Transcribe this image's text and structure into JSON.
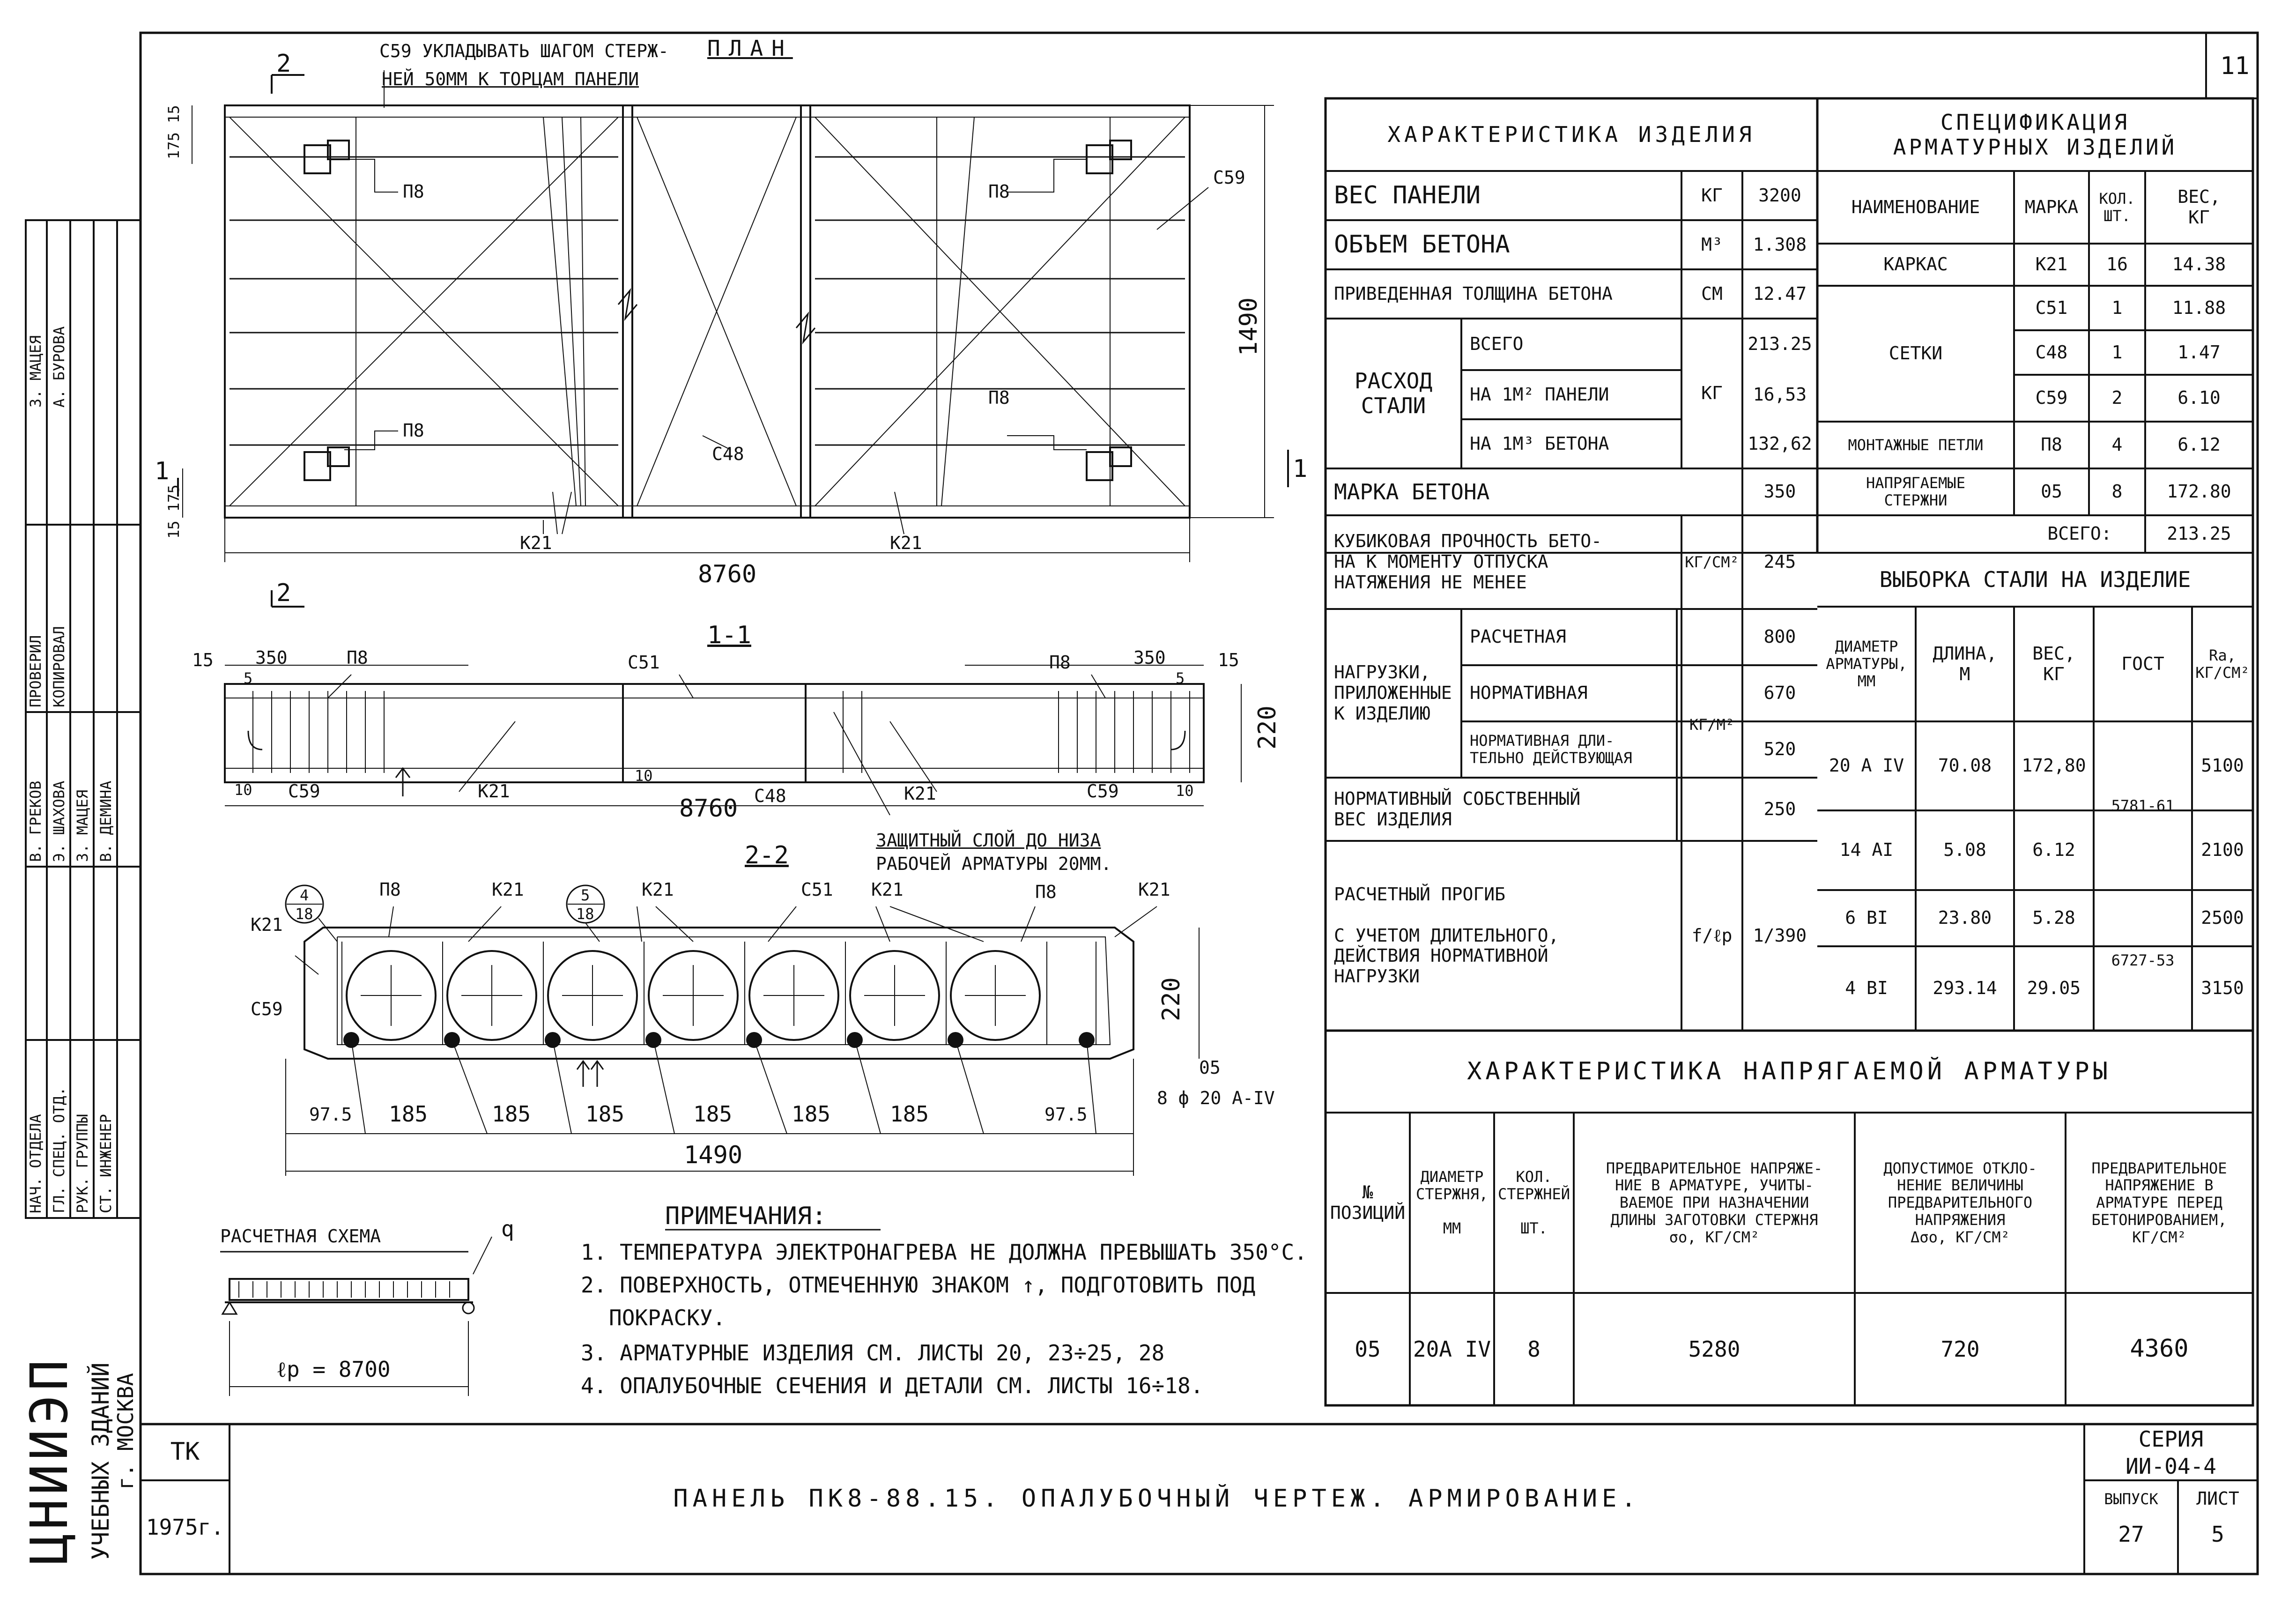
{
  "sheet_number": "11",
  "plan": {
    "title": "ПЛАН",
    "note_line1": "С59 УКЛАДЫВАТЬ ШАГОМ СТЕРЖ-",
    "note_line2": "НЕЙ 50ММ К ТОРЦАМ ПАНЕЛИ",
    "section_mark_2": "2",
    "section_mark_1": "1",
    "labels": {
      "p8_a": "П8",
      "p8_b": "П8",
      "p8_c": "П8",
      "p8_d": "П8",
      "c48": "С48",
      "c59": "С59",
      "k21_a": "К21",
      "k21_b": "К21"
    },
    "dims": {
      "d175_15": "175 15",
      "d15_175": "15 175",
      "length": "8760",
      "width": "1490"
    }
  },
  "section11": {
    "title": "1-1",
    "labels": {
      "d15a": "15",
      "d350a": "350",
      "p8a": "П8",
      "c51": "С51",
      "p8b": "П8",
      "d350b": "350",
      "d15b": "15",
      "d5a": "5",
      "d5b": "5",
      "d10a": "10",
      "c59a": "С59",
      "k21a": "К21",
      "d10b": "10",
      "length": "8760",
      "c48": "С48",
      "k21b": "К21",
      "c59b": "С59",
      "d10c": "10",
      "height": "220"
    },
    "cover_note_1": "ЗАЩИТНЫЙ СЛОЙ ДО НИЗА",
    "cover_note_2": "РАБОЧЕЙ АРМАТУРЫ 20ММ."
  },
  "section22": {
    "title": "2-2",
    "labels": {
      "c4": "4",
      "c4b": "18",
      "c5": "5",
      "c5b": "18",
      "p8a": "П8",
      "k21a": "К21",
      "k21b": "К21",
      "c51": "С51",
      "k21c": "К21",
      "p8b": "П8",
      "k21d": "К21",
      "k21e": "К21",
      "c59": "С59",
      "height": "220",
      "d05": "05",
      "rebar": "8 ф 20 А-IV",
      "width": "1490"
    },
    "dims": [
      "97.5",
      "185",
      "185",
      "185",
      "185",
      "185",
      "185",
      "97.5"
    ]
  },
  "scheme": {
    "title": "РАСЧЕТНАЯ СХЕМА",
    "q": "q",
    "span": "ℓр = 8700"
  },
  "notes": {
    "title": "ПРИМЕЧАНИЯ:",
    "items": [
      "1. ТЕМПЕРАТУРА ЭЛЕКТРОНАГРЕВА НЕ ДОЛЖНА ПРЕВЫШАТЬ 350°С.",
      "2. ПОВЕРХНОСТЬ, ОТМЕЧЕННУЮ ЗНАКОМ ↑, ПОДГОТОВИТЬ ПОД",
      "ПОКРАСКУ.",
      "3. АРМАТУРНЫЕ ИЗДЕЛИЯ СМ. ЛИСТЫ 20, 23÷25, 28",
      "4. ОПАЛУБОЧНЫЕ СЕЧЕНИЯ И ДЕТАЛИ СМ. ЛИСТЫ 16÷18."
    ]
  },
  "characteristics": {
    "title": "ХАРАКТЕРИСТИКА  ИЗДЕЛИЯ",
    "panel_weight": {
      "label": "ВЕС ПАНЕЛИ",
      "unit": "КГ",
      "value": "3200"
    },
    "concrete_volume": {
      "label": "ОБЪЕМ БЕТОНА",
      "unit": "М³",
      "value": "1.308"
    },
    "reduced_thickness": {
      "label": "ПРИВЕДЕННАЯ ТОЛЩИНА БЕТОНА",
      "unit": "СМ",
      "value": "12.47"
    },
    "steel": {
      "label": "РАСХОД\nСТАЛИ",
      "unit": "КГ",
      "rows": [
        {
          "label": "ВСЕГО",
          "value": "213.25"
        },
        {
          "label": "НА 1М² ПАНЕЛИ",
          "value": "16,53"
        },
        {
          "label": "НА 1М³ БЕТОНА",
          "value": "132,62"
        }
      ]
    },
    "concrete_grade": {
      "label": "МАРКА БЕТОНА",
      "value": "350"
    },
    "cube_strength": {
      "label": "КУБИКОВАЯ ПРОЧНОСТЬ БЕТО-\nНА К МОМЕНТУ ОТПУСКА\nНАТЯЖЕНИЯ НЕ МЕНЕЕ",
      "unit": "КГ/СМ²",
      "value": "245"
    },
    "loads": {
      "label": "НАГРУЗКИ,\nПРИЛОЖЕННЫЕ\nК ИЗДЕЛИЮ",
      "unit": "КГ/М²",
      "rows": [
        {
          "label": "РАСЧЕТНАЯ",
          "value": "800"
        },
        {
          "label": "НОРМАТИВНАЯ",
          "value": "670"
        },
        {
          "label": "НОРМАТИВНАЯ ДЛИ-\nТЕЛЬНО ДЕЙСТВУЮЩАЯ",
          "value": "520"
        }
      ]
    },
    "self_weight": {
      "label": "НОРМАТИВНЫЙ СОБСТВЕННЫЙ\nВЕС ИЗДЕЛИЯ",
      "value": "250"
    },
    "deflection": {
      "label": "РАСЧЕТНЫЙ ПРОГИБ\n\nС УЧЕТОМ ДЛИТЕЛЬНОГО,\nДЕЙСТВИЯ НОРМАТИВНОЙ\nНАГРУЗКИ",
      "unit": "f/ℓр",
      "value": "1/390"
    }
  },
  "specification": {
    "title": "СПЕЦИФИКАЦИЯ\nАРМАТУРНЫХ  ИЗДЕЛИЙ",
    "headers": [
      "НАИМЕНОВАНИЕ",
      "МАРКА",
      "КОЛ.\nШТ.",
      "ВЕС,\nКГ"
    ],
    "rows": [
      {
        "name": "КАРКАС",
        "mark": "К21",
        "qty": "16",
        "weight": "14.38"
      },
      {
        "name": "СЕТКИ",
        "mark": "С51",
        "qty": "1",
        "weight": "11.88"
      },
      {
        "name": "",
        "mark": "С48",
        "qty": "1",
        "weight": "1.47"
      },
      {
        "name": "",
        "mark": "С59",
        "qty": "2",
        "weight": "6.10"
      },
      {
        "name": "МОНТАЖНЫЕ ПЕТЛИ",
        "mark": "П8",
        "qty": "4",
        "weight": "6.12"
      },
      {
        "name": "НАПРЯГАЕМЫЕ\nСТЕРЖНИ",
        "mark": "05",
        "qty": "8",
        "weight": "172.80"
      }
    ],
    "total_label": "ВСЕГО:",
    "total_value": "213.25"
  },
  "steel_selection": {
    "title": "ВЫБОРКА СТАЛИ НА ИЗДЕЛИЕ",
    "headers": [
      "ДИАМЕТР\nАРМАТУРЫ,\nММ",
      "ДЛИНА,\nМ",
      "ВЕС,\nКГ",
      "ГОСТ",
      "Rа,\nКГ/СМ²"
    ],
    "rows": [
      {
        "d": "20 А IV",
        "len": "70.08",
        "w": "172,80",
        "r": "5100"
      },
      {
        "d": "14 АI",
        "len": "5.08",
        "w": "6.12",
        "r": "2100"
      },
      {
        "d": "6 ВI",
        "len": "23.80",
        "w": "5.28",
        "r": "2500"
      },
      {
        "d": "4 ВI",
        "len": "293.14",
        "w": "29.05",
        "r": "3150"
      }
    ],
    "gost_a": "5781-61",
    "gost_b": "6727-53"
  },
  "prestress": {
    "title": "ХАРАКТЕРИСТИКА  НАПРЯГАЕМОЙ  АРМАТУРЫ",
    "headers": [
      "№\nПОЗИЦИЙ",
      "ДИАМЕТР\nСТЕРЖНЯ,\n\nММ",
      "КОЛ.\nСТЕРЖНЕЙ\n\nШТ.",
      "ПРЕДВАРИТЕЛЬНОЕ НАПРЯЖЕ-\nНИЕ В АРМАТУРЕ, УЧИТЫ-\nВАЕМОЕ ПРИ НАЗНАЧЕНИИ\nДЛИНЫ ЗАГОТОВКИ СТЕРЖНЯ\nσо, КГ/СМ²",
      "ДОПУСТИМОЕ ОТКЛО-\nНЕНИЕ ВЕЛИЧИНЫ\nПРЕДВАРИТЕЛЬНОГО\nНАПРЯЖЕНИЯ\nΔσо, КГ/СМ²",
      "ПРЕДВАРИТЕЛЬНОЕ\nНАПРЯЖЕНИЕ В\nАРМАТУРЕ ПЕРЕД\nБЕТОНИРОВАНИЕМ,\nКГ/СМ²"
    ],
    "row": [
      "05",
      "20А IV",
      "8",
      "5280",
      "720",
      "4360"
    ]
  },
  "title_block": {
    "tk": "ТК",
    "year": "1975г.",
    "title": "ПАНЕЛЬ  ПК8-88.15.  ОПАЛУБОЧНЫЙ  ЧЕРТЕЖ.  АРМИРОВАНИЕ.",
    "series_label": "СЕРИЯ",
    "series_value": "ИИ-04-4",
    "issue_label": "ВЫПУСК",
    "issue_value": "27",
    "sheet_label": "ЛИСТ",
    "sheet_value": "5"
  },
  "side_block": {
    "org_1": "ЦНИИЭП",
    "org_2": "УЧЕБНЫХ ЗДАНИЙ",
    "org_3": "г. МОСКВА",
    "roles": [
      "НАЧ. ОТДЕЛА",
      "ГЛ. СПЕЦ. ОТД.",
      "РУК. ГРУППЫ",
      "СТ. ИНЖЕНЕР"
    ],
    "names": [
      "В. ГРЕКОВ",
      "Э. ШАХОВА",
      "З. МАЦЕЯ",
      "В. ДЕМИНА"
    ],
    "roles2": [
      "ПРОВЕРИЛ",
      "КОПИРОВАЛ"
    ],
    "names2": [
      "З. МАЦЕЯ",
      "А. БУРОВА"
    ]
  }
}
